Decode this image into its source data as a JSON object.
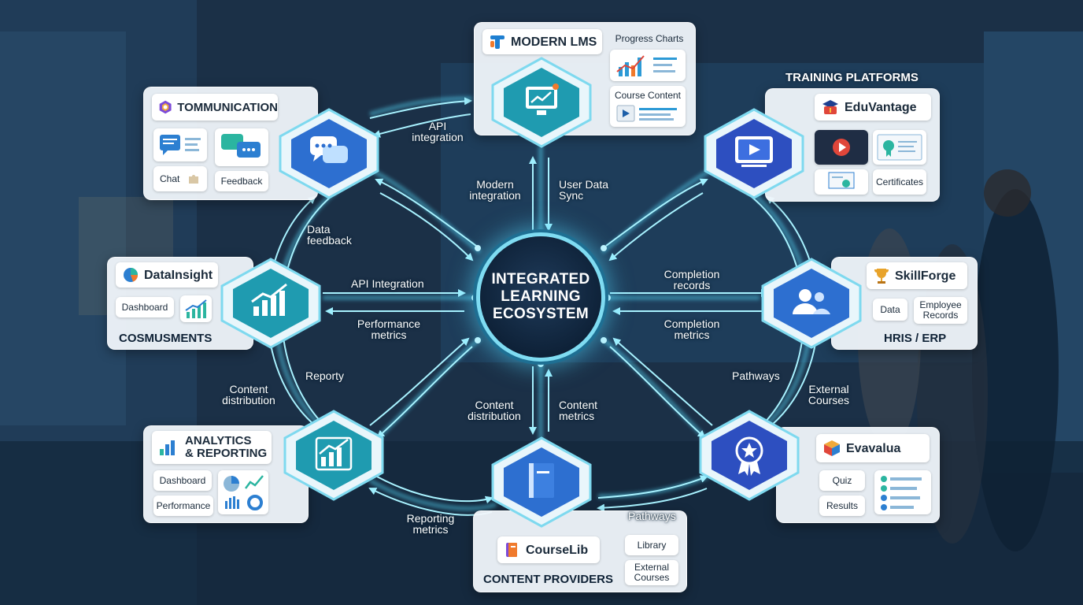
{
  "center": {
    "l1": "INTEGRATED",
    "l2": "LEARNING",
    "l3": "ECOSYSTEM"
  },
  "modern_lms": {
    "title": "MODERN LMS",
    "progress_charts": "Progress Charts",
    "course_content": "Course Content"
  },
  "communication": {
    "title": "TOMMUNICATION",
    "chat": "Chat",
    "feedback": "Feedback"
  },
  "training": {
    "heading": "TRAINING PLATFORMS",
    "title": "EduVantage",
    "certificates": "Certificates"
  },
  "datainsight": {
    "title": "DataInsight",
    "dashboard": "Dashboard",
    "footer": "COSMUSMENTS"
  },
  "hris": {
    "title": "SkillForge",
    "data": "Data",
    "employee_records_1": "Employee",
    "employee_records_2": "Records",
    "footer": "HRIS / ERP"
  },
  "analytics": {
    "title_1": "ANALYTICS",
    "title_2": "& REPORTING",
    "dashboard": "Dashboard",
    "performance": "Performance"
  },
  "evavalua": {
    "title": "Evavalua",
    "quiz": "Quiz",
    "results": "Results"
  },
  "content_providers": {
    "title": "CourseLib",
    "library": "Library",
    "external_1": "External",
    "external_2": "Courses",
    "footer": "CONTENT PROVIDERS"
  },
  "flows": {
    "api_integration_top_1": "API",
    "api_integration_top_2": "integration",
    "modern_integration_1": "Modern",
    "modern_integration_2": "integration",
    "user_data_sync_1": "User Data",
    "user_data_sync_2": "Sync",
    "data_feedback_1": "Data",
    "data_feedback_2": "feedback",
    "api_integration_left": "API Integration",
    "performance_metrics_1": "Performance",
    "performance_metrics_2": "metrics",
    "completion_records_1": "Completion",
    "completion_records_2": "records",
    "completion_metrics_1": "Completion",
    "completion_metrics_2": "metrics",
    "reporty": "Reporty",
    "content_distribution_left_1": "Content",
    "content_distribution_left_2": "distribution",
    "content_distribution_mid_1": "Content",
    "content_distribution_mid_2": "distribution",
    "content_metrics_1": "Content",
    "content_metrics_2": "metrics",
    "pathways_right": "Pathways",
    "external_courses_1": "External",
    "external_courses_2": "Courses",
    "reporting_metrics_1": "Reporting",
    "reporting_metrics_2": "metrics",
    "pathways_bottom": "Pathways"
  },
  "colors": {
    "accent": "#55d6f5",
    "hex_teal": "#1f9bb0",
    "hex_blue": "#2d6fd0",
    "card_bg": "#eef4fa"
  }
}
